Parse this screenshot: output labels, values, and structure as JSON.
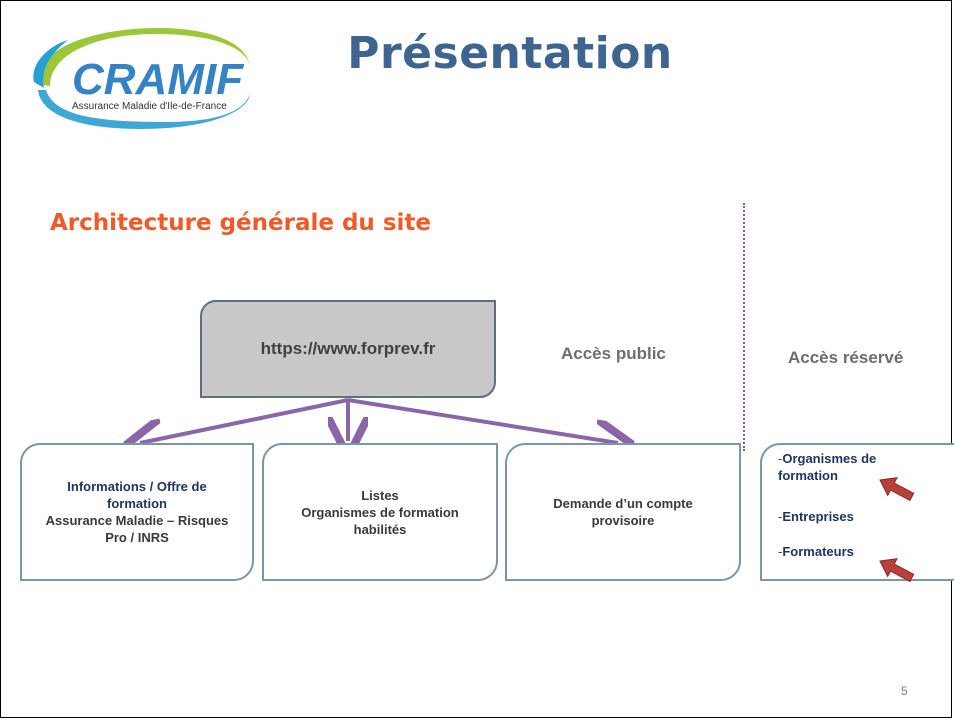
{
  "slide": {
    "title": "Présentation",
    "subtitle": "Architecture générale du site",
    "page_number": "5"
  },
  "logo": {
    "name": "CRAMIF",
    "tagline": "Assurance Maladie d'Ile-de-France"
  },
  "url_box": {
    "label": "https://www.forprev.fr"
  },
  "access": {
    "public": "Accès public",
    "reserved": "Accès réservé"
  },
  "boxes": [
    {
      "title": "Informations / Offre de formation",
      "body": "Assurance Maladie – Risques Pro / INRS"
    },
    {
      "title": "Listes",
      "body": "Organismes de formation habilités"
    },
    {
      "title": "",
      "body": "Demande d’un compte provisoire"
    }
  ],
  "reserved_items": [
    {
      "prefix": "-",
      "label": "Organismes de formation"
    },
    {
      "prefix": "-",
      "label": "Entreprises"
    },
    {
      "prefix": "-",
      "label": "Formateurs"
    }
  ],
  "colors": {
    "title": "#3d6590",
    "subtitle": "#f05a28",
    "flow_arrow": "#8a66a8",
    "highlight_arrow": "#b8413c",
    "url_box_fill": "#c8c8c8"
  }
}
